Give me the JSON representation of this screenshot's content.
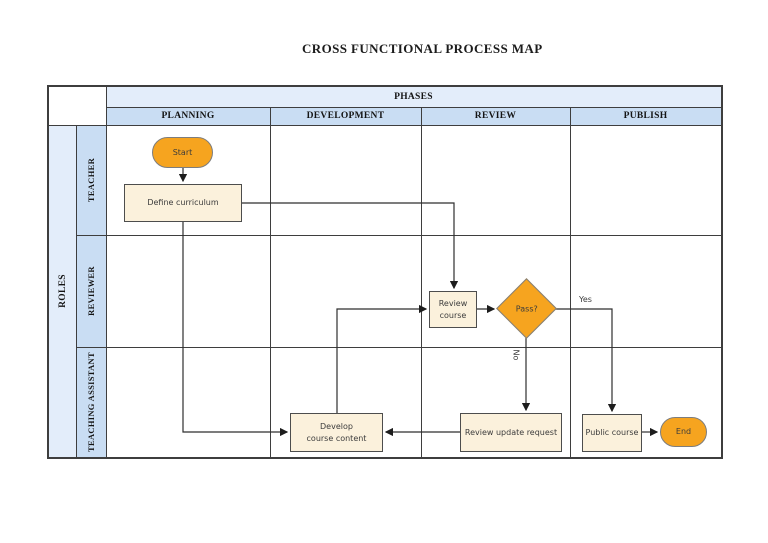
{
  "title": "CROSS FUNCTIONAL PROCESS MAP",
  "grid": {
    "phases_header": "PHASES",
    "roles_header": "ROLES",
    "phases": [
      "PLANNING",
      "DEVELOPMENT",
      "REVIEW",
      "PUBLISH"
    ],
    "roles": [
      "TEACHER",
      "REVIEWER",
      "TEACHING ASSISTANT"
    ]
  },
  "nodes": {
    "start": {
      "label": "Start",
      "shape": "terminator",
      "lane": "TEACHER",
      "phase": "PLANNING"
    },
    "define_curriculum": {
      "label": "Define curriculum",
      "shape": "process",
      "lane": "TEACHER",
      "phase": "PLANNING"
    },
    "review_course": {
      "label": "Review\ncourse",
      "shape": "process",
      "lane": "REVIEWER",
      "phase": "REVIEW"
    },
    "pass": {
      "label": "Pass?",
      "shape": "decision",
      "lane": "REVIEWER",
      "phase": "REVIEW"
    },
    "develop_course_content": {
      "label": "Develop\ncourse content",
      "shape": "process",
      "lane": "TEACHING ASSISTANT",
      "phase": "DEVELOPMENT"
    },
    "review_update_request": {
      "label": "Review update request",
      "shape": "process",
      "lane": "TEACHING ASSISTANT",
      "phase": "REVIEW"
    },
    "public_course": {
      "label": "Public course",
      "shape": "process",
      "lane": "TEACHING ASSISTANT",
      "phase": "PUBLISH"
    },
    "end": {
      "label": "End",
      "shape": "terminator",
      "lane": "TEACHING ASSISTANT",
      "phase": "PUBLISH"
    }
  },
  "edge_labels": {
    "yes": "Yes",
    "no": "No"
  },
  "colors": {
    "accent": "#f6a41f",
    "node-cream": "#fbf1dc",
    "header-light": "#e3edfa",
    "header-med": "#c9ddf3",
    "line": "#3e3e3e"
  }
}
